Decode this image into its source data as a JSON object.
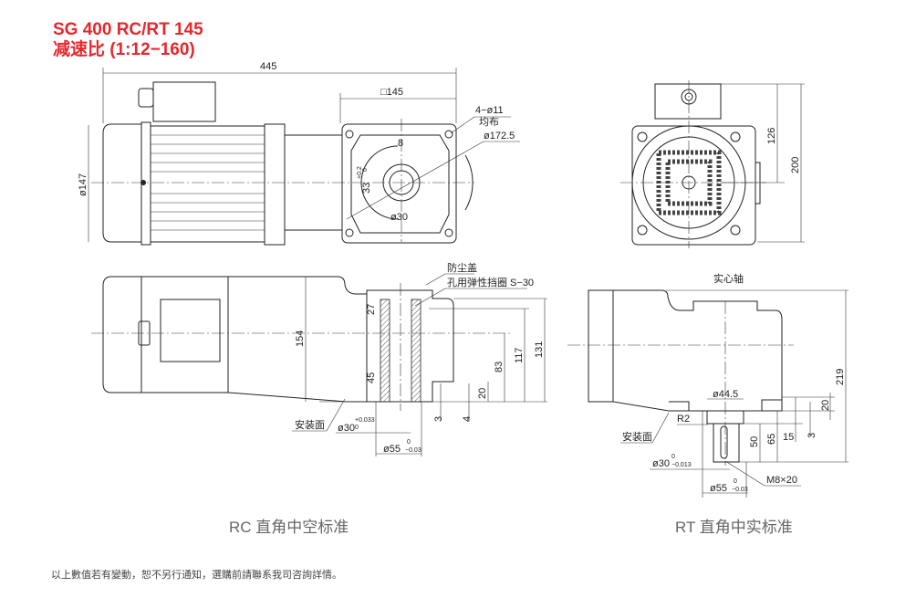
{
  "header": {
    "model": "SG 400 RC/RT 145",
    "ratio": "减速比 (1:12−160)"
  },
  "top_view": {
    "overall_length": "445",
    "flange_square": "□145",
    "bolt_holes": "4−ø11",
    "bolt_holes_note": "均布",
    "pcd": "ø172.5",
    "motor_dia": "ø147",
    "key_width": "8",
    "keyway_depth": "33",
    "keyway_tol_upper": "+0.2",
    "keyway_tol_lower": "0",
    "bore": "ø30"
  },
  "end_view": {
    "height_center": "126",
    "height_total": "200"
  },
  "rc_view": {
    "dust_cover": "防尘盖",
    "circlip": "孔用弹性挡圈 S−30",
    "dim_154": "154",
    "dim_131": "131",
    "dim_117": "117",
    "dim_83": "83",
    "dim_20": "20",
    "dim_27": "27",
    "dim_45": "45",
    "dim_3": "3",
    "dim_4": "4",
    "mount_face": "安装面",
    "bore": "ø30",
    "bore_tol_upper": "+0.033",
    "bore_tol_lower": "0",
    "pilot": "ø55",
    "pilot_tol_upper": "0",
    "pilot_tol_lower": "−0.03",
    "caption": "RC 直角中空标准"
  },
  "rt_view": {
    "solid_shaft": "实心轴",
    "dim_219": "219",
    "dim_20": "20",
    "dim_15": "15",
    "dim_3": "3",
    "dim_50": "50",
    "dim_65": "65",
    "boss": "ø44.5",
    "radius": "R2",
    "mount_face": "安装面",
    "shaft": "ø30",
    "shaft_tol_upper": "0",
    "shaft_tol_lower": "−0.013",
    "thread": "M8×20",
    "pilot": "ø55",
    "pilot_tol_upper": "0",
    "pilot_tol_lower": "−0.03",
    "caption": "RT 直角中实标准"
  },
  "footer": {
    "note": "以上數值若有變動，恕不另行通知，選購前請聯系我司咨詢詳情。"
  }
}
